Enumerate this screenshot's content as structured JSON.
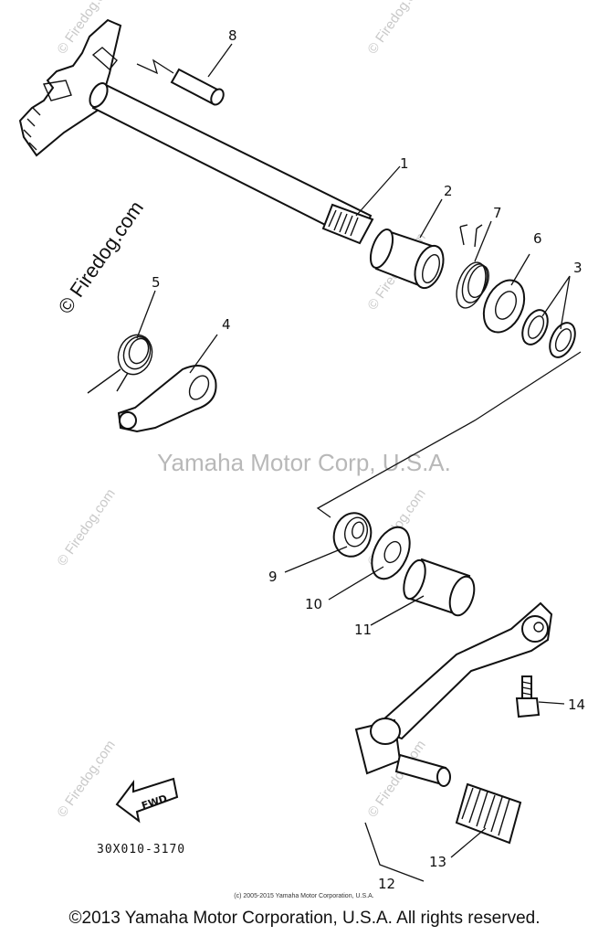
{
  "diagram": {
    "part_numbers": [
      "1",
      "2",
      "3",
      "4",
      "5",
      "6",
      "7",
      "8",
      "9",
      "10",
      "11",
      "12",
      "13",
      "14"
    ],
    "fwd_label": "FWD",
    "drawing_code": "30X010-3170",
    "watermark_center": "Yamaha Motor Corp, U.S.A.",
    "watermark_tile": "© Firedog.com",
    "small_copyright": "(c) 2005-2015 Yamaha Motor Corporation, U.S.A."
  },
  "footer": {
    "copyright": "©2013 Yamaha Motor Corporation, U.S.A. All rights reserved."
  },
  "colors": {
    "line": "#111111",
    "watermark": "#c9c9c9",
    "background": "#ffffff"
  }
}
